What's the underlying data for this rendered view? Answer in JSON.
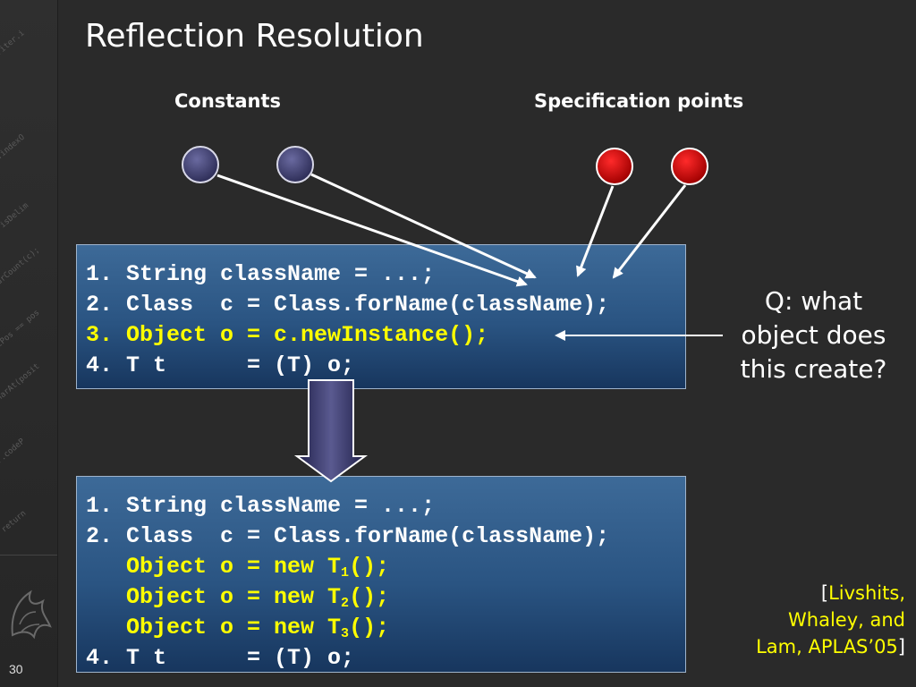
{
  "slide": {
    "title": "Reflection Resolution",
    "page_number": "30"
  },
  "labels": {
    "constants": "Constants",
    "spec_points": "Specification points"
  },
  "code_top": {
    "l1": "1. String className = ...;",
    "l2": "2. Class  c = Class.forName(className);",
    "l3": "3. Object o = c.newInstance();",
    "l4": "4. T t      = (T) o;"
  },
  "code_bottom": {
    "l1": "1. String className = ...;",
    "l2": "2. Class  c = Class.forName(className);",
    "obj1_prefix": "   Object o = new T",
    "obj1_sub": "1",
    "obj2_prefix": "   Object o = new T",
    "obj2_sub": "2",
    "obj3_prefix": "   Object o = new T",
    "obj3_sub": "3",
    "obj_suffix": "();",
    "l4": "4. T t      = (T) o;"
  },
  "question": {
    "line1": "Q: what",
    "line2": "object does",
    "line3": "this create?"
  },
  "citation": {
    "open": "[",
    "name": "Livshits,",
    "line2": "Whaley, and",
    "line3_name": "Lam,  APLAS’05",
    "close": "]"
  },
  "colors": {
    "background": "#2a2a2a",
    "highlight": "#ffff00",
    "constant_node": "#4a4a78",
    "spec_node": "#e00000",
    "box_top": "#3d6a98",
    "box_bottom": "#17365e"
  },
  "icons": {
    "logo": "griffin-logo"
  }
}
